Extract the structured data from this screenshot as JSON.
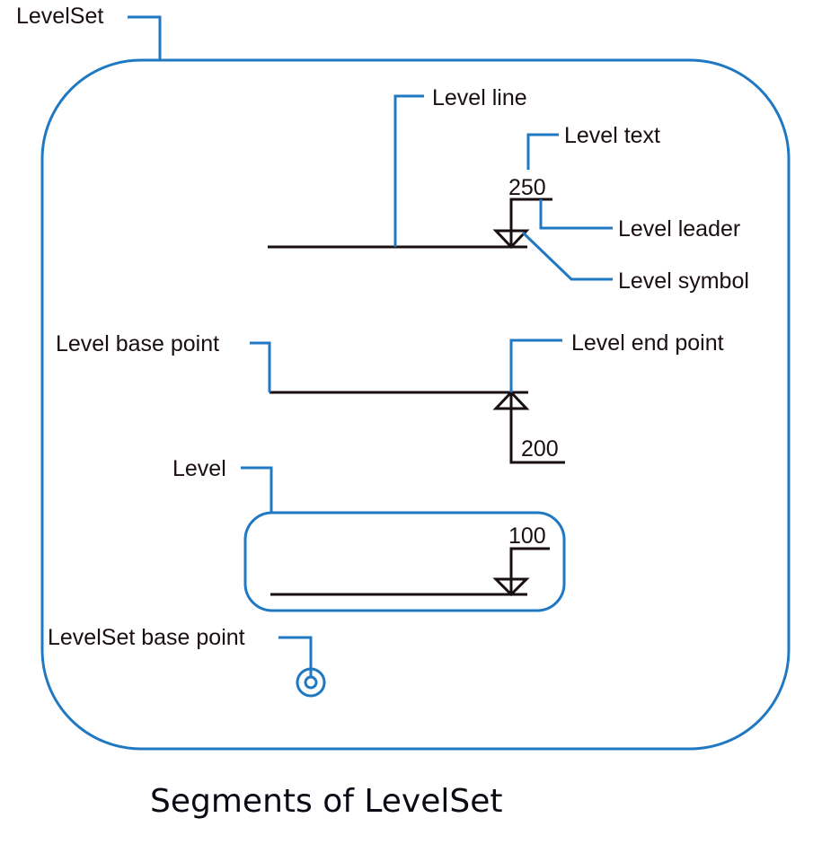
{
  "diagram": {
    "title": "Segments of LevelSet",
    "colors": {
      "annotation": "#1f78c1",
      "geometry": "#1a0f10",
      "text": "#1a0f10"
    },
    "callouts": {
      "levelset": "LevelSet",
      "level_line": "Level line",
      "level_text": "Level text",
      "level_leader": "Level leader",
      "level_symbol": "Level symbol",
      "level_base_point": "Level base point",
      "level_end_point": "Level end point",
      "level": "Level",
      "levelset_base_point": "LevelSet base point"
    },
    "levels": [
      {
        "value": "250",
        "symbol": "down"
      },
      {
        "value": "200",
        "symbol": "up"
      },
      {
        "value": "100",
        "symbol": "down"
      }
    ]
  }
}
